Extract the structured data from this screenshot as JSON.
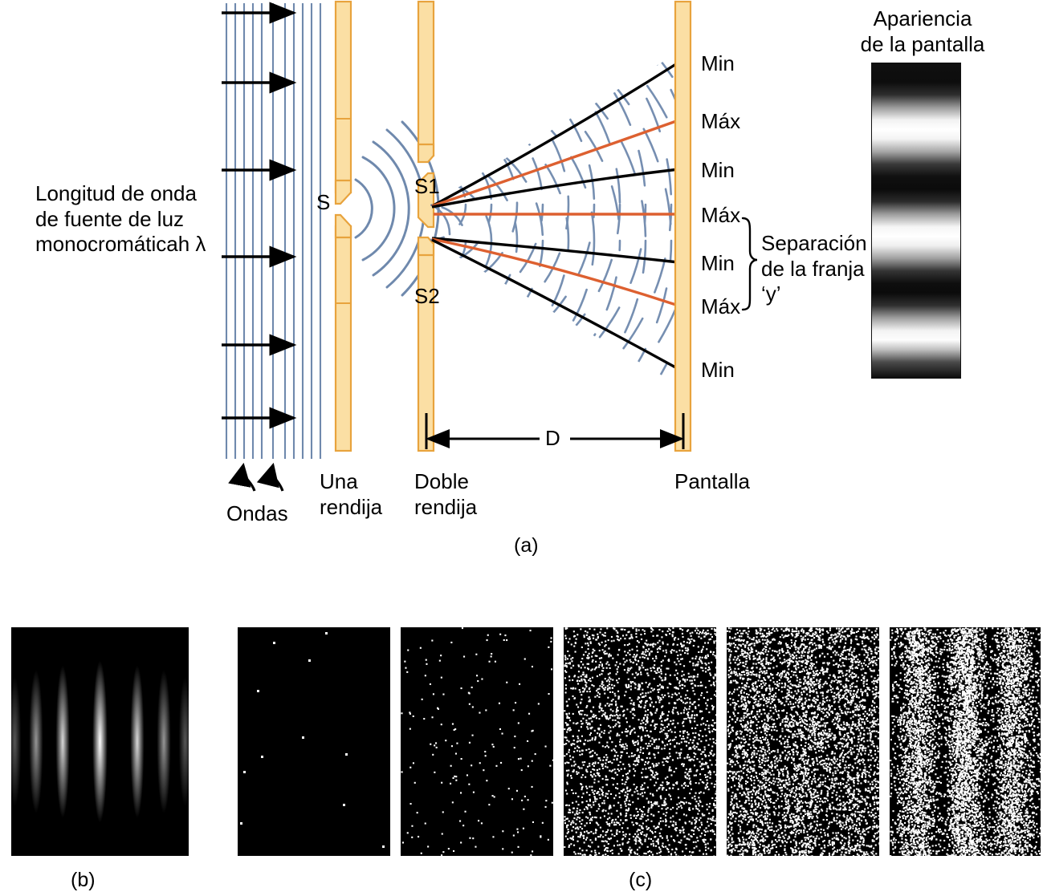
{
  "figure": {
    "caption_a": "(a)",
    "caption_b": "(b)",
    "caption_c": "(c)"
  },
  "diagram": {
    "wavelength_label": "Longitud de onda\nde fuente de luz\nmonocromáticah λ",
    "waves_label": "Ondas",
    "single_slit_label": "Una\nrendija",
    "double_slit_label": "Doble\nrendija",
    "screen_label": "Pantalla",
    "source_slit_label": "S",
    "slit1_label": "S",
    "slit1_sub": "1",
    "slit2_label": "S",
    "slit2_sub": "2",
    "distance_label": "D",
    "fringe_separation_label": "Separación\nde la franja\n‘y’",
    "screen_appearance_label": "Apariencia\nde la pantalla",
    "fringe_labels": [
      {
        "text": "Min",
        "type": "min"
      },
      {
        "text": "Máx",
        "type": "max"
      },
      {
        "text": "Min",
        "type": "min"
      },
      {
        "text": "Máx",
        "type": "max"
      },
      {
        "text": "Min",
        "type": "min"
      },
      {
        "text": "Máx",
        "type": "max"
      },
      {
        "text": "Min",
        "type": "min"
      }
    ],
    "num_incoming_arrows": 6,
    "num_plane_waves": 11
  },
  "colors": {
    "barrier_fill": "#fbdfa4",
    "barrier_edge": "#e8a33d",
    "wave_blue": "#6f89ad",
    "max_ray": "#dd6030",
    "min_ray": "#000000",
    "background": "#ffffff"
  },
  "chart_data": {
    "type": "image",
    "panel_b": {
      "description": "Double-slit interference fringe intensity pattern",
      "fringe_count": 7,
      "orientation": "vertical"
    },
    "panel_c": {
      "description": "Photon accumulation frames building up the interference pattern",
      "frame_count": 5,
      "dot_counts": [
        10,
        180,
        2500,
        4500,
        7000
      ]
    },
    "screen_strip": {
      "description": "Appearance of the screen: alternating bright and dark horizontal fringes",
      "bright_band_count": 3
    }
  }
}
